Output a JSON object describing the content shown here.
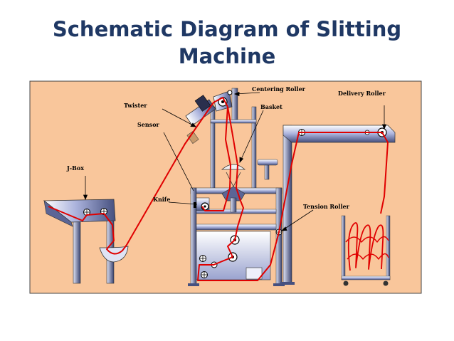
{
  "title": {
    "line1": "Schematic Diagram of Slitting",
    "line2": "Machine"
  },
  "labels": {
    "centering_roller": "Centering Roller",
    "delivery_roller": "Delivery Roller",
    "twister": "Twister",
    "basket": "Basket",
    "sensor": "Sensor",
    "j_box": "J-Box",
    "knife": "Knife",
    "tension_roller": "Tension Roller"
  },
  "colors": {
    "panel_background": "#f9c69b",
    "fabric_path": "#e00000",
    "machine_frame": "#8b94c4",
    "title_text": "#1f3864"
  }
}
